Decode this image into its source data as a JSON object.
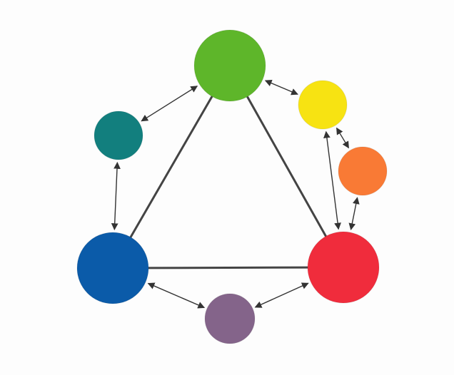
{
  "diagram": {
    "nodes": [
      {
        "id": "green",
        "name": "green-node",
        "color": "#5eb62a"
      },
      {
        "id": "yellow",
        "name": "yellow-node",
        "color": "#f7e312"
      },
      {
        "id": "orange",
        "name": "orange-node",
        "color": "#f97a35"
      },
      {
        "id": "red",
        "name": "red-node",
        "color": "#f02c3c"
      },
      {
        "id": "purple",
        "name": "purple-node",
        "color": "#84648a"
      },
      {
        "id": "blue",
        "name": "blue-node",
        "color": "#0b5ba9"
      },
      {
        "id": "teal",
        "name": "teal-node",
        "color": "#127f7e"
      }
    ],
    "primary_edges": [
      {
        "from": "green",
        "to": "red"
      },
      {
        "from": "red",
        "to": "blue"
      },
      {
        "from": "blue",
        "to": "green"
      }
    ],
    "arrows": [
      {
        "from": "green",
        "to": "yellow"
      },
      {
        "from": "yellow",
        "to": "orange"
      },
      {
        "from": "yellow",
        "to": "red"
      },
      {
        "from": "orange",
        "to": "red"
      },
      {
        "from": "red",
        "to": "purple"
      },
      {
        "from": "purple",
        "to": "blue"
      },
      {
        "from": "blue",
        "to": "teal"
      },
      {
        "from": "teal",
        "to": "green"
      }
    ]
  }
}
